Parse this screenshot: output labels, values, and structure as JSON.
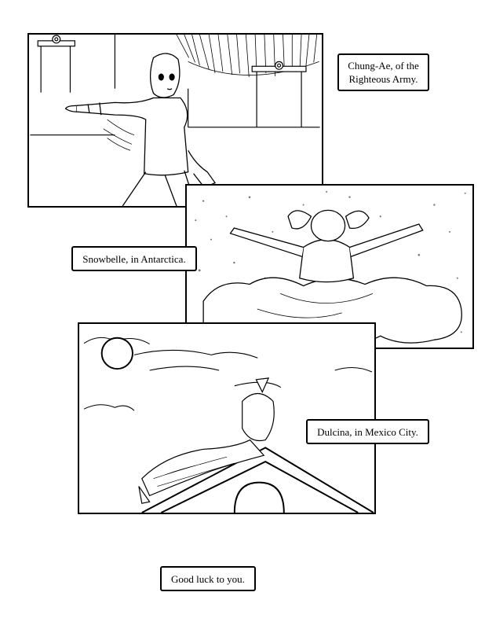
{
  "captions": {
    "chung_ae_line1": "Chung-Ae, of the",
    "chung_ae_line2": "Righteous Army.",
    "snowbelle": "Snowbelle, in Antarctica.",
    "dulcina": "Dulcina, in Mexico City.",
    "good_luck": "Good luck to you."
  }
}
